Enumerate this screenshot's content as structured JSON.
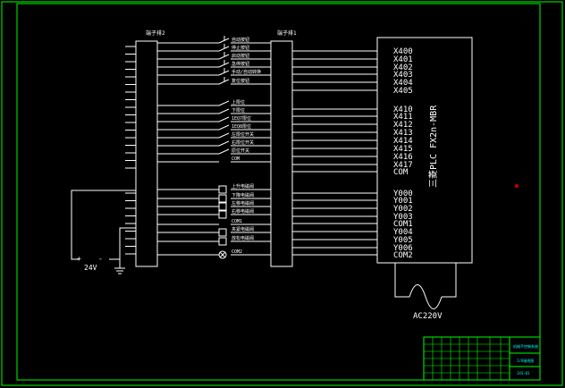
{
  "diagram": {
    "terminal_labels": {
      "left": "端子排2",
      "right": "端子排1"
    },
    "plc_model": "三菱PLC FX2n-MBR",
    "inputs": [
      "X400",
      "X401",
      "X402",
      "X403",
      "X404",
      "X405",
      "X410",
      "X411",
      "X412",
      "X413",
      "X414",
      "X415",
      "X416",
      "X417",
      "COM"
    ],
    "outputs": [
      "Y000",
      "Y001",
      "Y002",
      "Y003",
      "COM1",
      "Y004",
      "Y005",
      "Y006",
      "COM2"
    ],
    "input_device_labels_1": [
      "自动按钮",
      "停止按钮",
      "启动按钮",
      "急停按钮",
      "手动/自动转换",
      "复位按钮"
    ],
    "input_device_labels_2": [
      "上限位",
      "下限位",
      "1EQ7限位",
      "1EQ8限位",
      "左限位开关",
      "右限位开关",
      "原位开关",
      "COM"
    ],
    "output_device_labels": [
      "上升电磁阀",
      "下降电磁阀",
      "左移电磁阀",
      "右移电磁阀",
      "COM1",
      "夹紧电磁阀",
      "放松电磁阀",
      "COM2"
    ],
    "supply_voltage": "24V",
    "plus_sign": "+",
    "minus_sign": "-",
    "ac_supply": "AC220V",
    "title_block": {
      "drawing_title": "机械手控制系统",
      "name": "I/O接线图",
      "drawing_no": "JXS-01"
    },
    "colors": {
      "frame": "#ffffff",
      "wire": "#ffffff",
      "text": "#ffffff",
      "title_block": "#00ff00",
      "title_text": "#00ffff",
      "marker": "#c00000"
    }
  }
}
